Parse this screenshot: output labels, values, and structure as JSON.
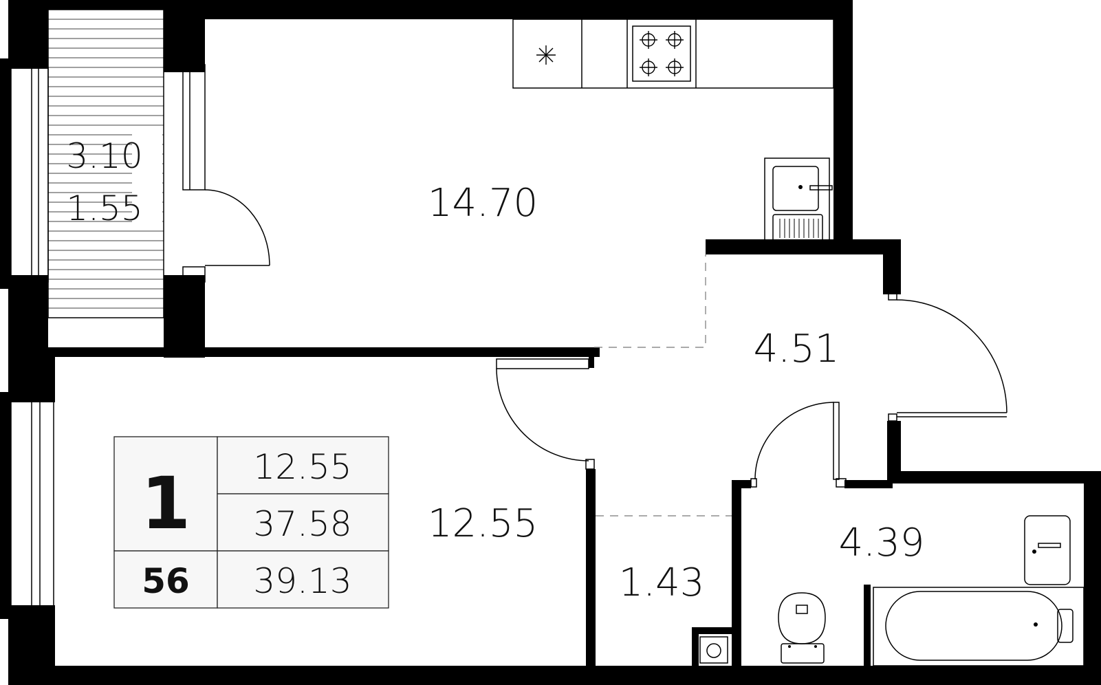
{
  "plan": {
    "rooms": [
      {
        "id": "balcony",
        "area": "3.10",
        "area_reduced": "1.55"
      },
      {
        "id": "kitchen_living",
        "area": "14.70"
      },
      {
        "id": "hall",
        "area": "4.51"
      },
      {
        "id": "bedroom",
        "area": "12.55"
      },
      {
        "id": "corridor",
        "area": "1.43"
      },
      {
        "id": "bathroom",
        "area": "4.39"
      }
    ],
    "summary": {
      "rooms_count": "1",
      "apartment_number": "56",
      "living_area": "12.55",
      "total_area": "37.58",
      "total_area_with_balcony": "39.13"
    },
    "colors": {
      "wall": "#000000",
      "line": "#000000",
      "table_bg": "#f7f7f7",
      "dashed": "#777777"
    },
    "icons": [
      "fridge-icon",
      "stove-icon",
      "sink-icon",
      "washbasin-icon",
      "toilet-icon",
      "bathtub-icon",
      "washing-machine-icon",
      "door-swing-icon"
    ]
  }
}
